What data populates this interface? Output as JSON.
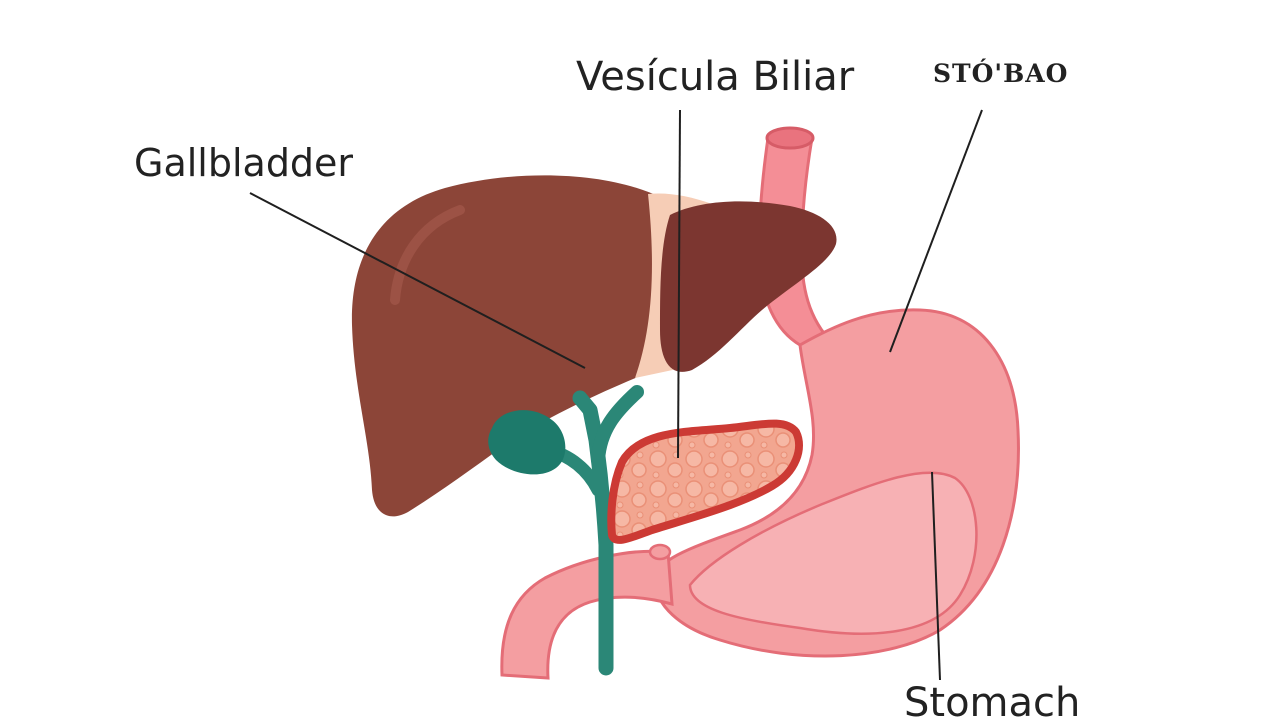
{
  "labels": {
    "gallbladder": "Gallbladder",
    "vesicula_biliar": "Vesícula Biliar",
    "stomach_top": "STÓ'BAO",
    "stomach_bottom": "Stomach"
  },
  "colors": {
    "liver_right_lobe": "#8c4538",
    "liver_left_lobe": "#7c3630",
    "liver_ligament": "#f6cdb6",
    "gallbladder": "#1d7a6b",
    "bile_duct": "#2b8777",
    "pancreas_outline": "#cc3a34",
    "pancreas_fill": "#f0a08a",
    "stomach": "#f49ea1",
    "stomach_outline": "#e46d77",
    "stomach_inner": "#f7b1b4",
    "esophagus": "#f48e96",
    "label_text": "#222222"
  },
  "icons": {
    "liver": "liver-icon",
    "gallbladder": "gallbladder-icon",
    "pancreas": "pancreas-icon",
    "stomach": "stomach-icon",
    "esophagus": "esophagus-icon",
    "duodenum": "duodenum-icon"
  }
}
